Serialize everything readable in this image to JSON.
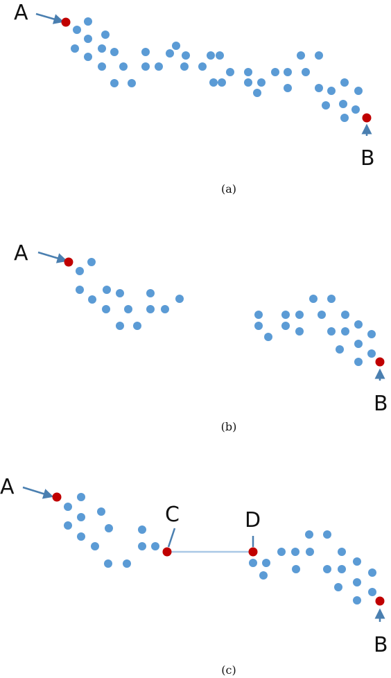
{
  "colors": {
    "point": "#5b9bd5",
    "endpoint": "#c00000",
    "arrow": "#4a7fb0",
    "link": "#a9c8e6",
    "text": "#111111"
  },
  "panels": [
    {
      "id": "a",
      "caption": "(a)",
      "endpoints": [
        {
          "label": "A"
        },
        {
          "label": "B"
        }
      ]
    },
    {
      "id": "b",
      "caption": "(b)",
      "endpoints": [
        {
          "label": "A"
        },
        {
          "label": "B"
        }
      ]
    },
    {
      "id": "c",
      "caption": "(c)",
      "endpoints": [
        {
          "label": "A"
        },
        {
          "label": "C"
        },
        {
          "label": "D"
        },
        {
          "label": "B"
        }
      ]
    }
  ]
}
